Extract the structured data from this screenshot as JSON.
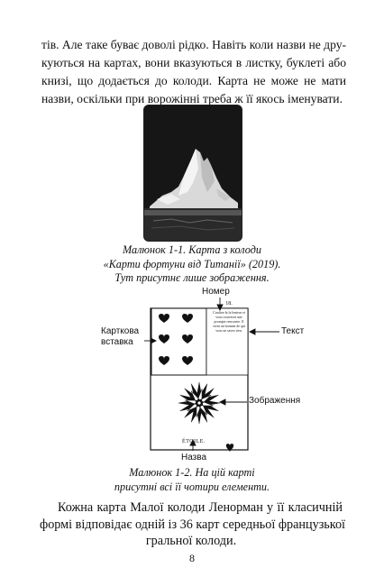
{
  "top_paragraph": [
    "тів. Але таке буває доволі рідко. Навіть коли назви не дру-",
    "куються на картах, вони вказуються в листку, буклеті або",
    "книзі, що додається до колоди. Карта не може не мати",
    "назви, оскільки при ворожінні треба ж її якось іменувати."
  ],
  "figure1": {
    "caption": [
      "Малюнок 1-1. Карта з колоди",
      "«Карти фортуни від Титанії» (2019).",
      "Тут присутнє лише зображення."
    ]
  },
  "figure2": {
    "labels": {
      "number": "Номер",
      "text": "Текст",
      "inset": [
        "Карткова",
        "вставка"
      ],
      "image": "Зображення",
      "name": "Назва"
    },
    "card_number": "18.",
    "card_text": "Confiez-la la lenteur et vous trouverez une prompte rencontre. Il vient un homme de qui vous ne savez rien.",
    "card_name": "ÉTOILE.",
    "caption": [
      "Малюнок 1-2. На цій карті",
      "присутні всі її чотири елементи."
    ]
  },
  "bottom_paragraph": [
    "Кожна карта Малої колоди Ленорман у її класичній",
    "формі відповідає одній із 36 карт середньої французької",
    "гральної колоди."
  ],
  "page_number": "8"
}
